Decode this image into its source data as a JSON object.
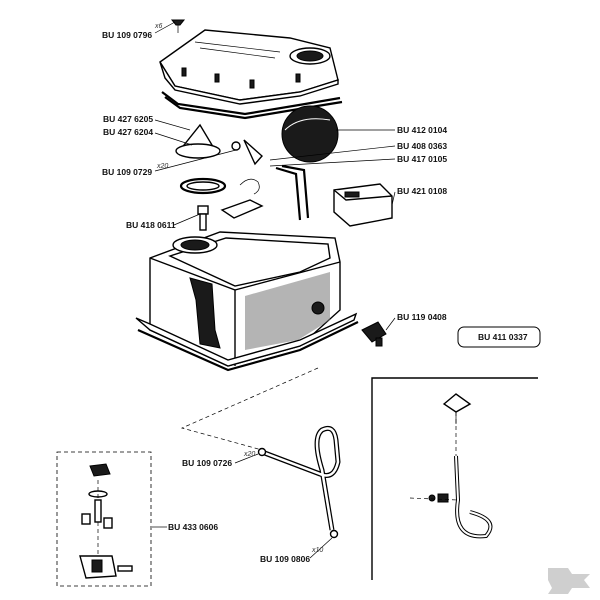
{
  "parts": {
    "top_screw": {
      "code": "BU 109 0796",
      "qty": "x6"
    },
    "cover_strainer_a": {
      "code": "BU 427 6205"
    },
    "cover_strainer_b": {
      "code": "BU 427 6204"
    },
    "gasket_screw": {
      "code": "BU 109 0729",
      "qty": "x20"
    },
    "filter_ball": {
      "code": "BU 412 0104"
    },
    "rod_a": {
      "code": "BU 408 0363"
    },
    "rod_b": {
      "code": "BU 417 0105"
    },
    "float_box": {
      "code": "BU 421 0108"
    },
    "bolt": {
      "code": "BU 418 0611"
    },
    "valve": {
      "code": "BU 119 0408"
    },
    "boxed_part": {
      "code": "BU 411 0337"
    },
    "tube_clip": {
      "code": "BU 109 0726",
      "qty": "x20"
    },
    "hose": {
      "code": "BU 109 0806",
      "qty": "x10"
    },
    "kit": {
      "code": "BU 433 0606"
    }
  }
}
